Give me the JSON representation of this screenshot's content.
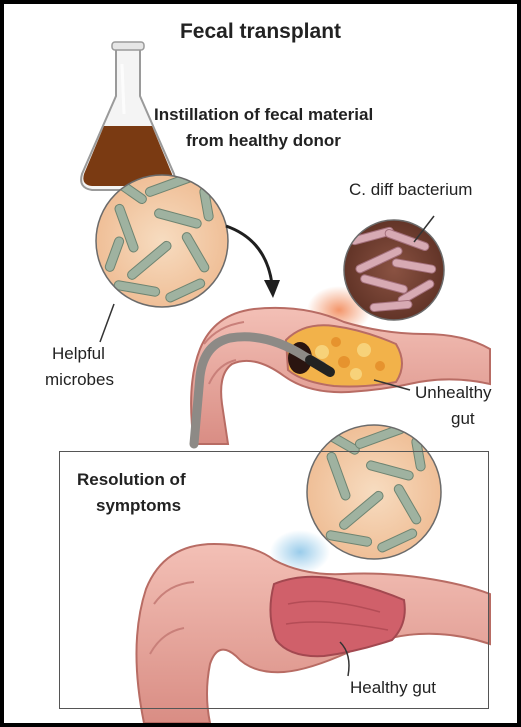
{
  "title": "Fecal transplant",
  "labels": {
    "instillation_line1": "Instillation of fecal material",
    "instillation_line2": "from healthy donor",
    "cdiff": "C. diff bacterium",
    "helpful_line1": "Helpful",
    "helpful_line2": "microbes",
    "unhealthy_line1": "Unhealthy",
    "unhealthy_line2": "gut",
    "resolution_line1": "Resolution of",
    "resolution_line2": "symptoms",
    "healthy": "Healthy gut"
  },
  "colors": {
    "frame": "#000000",
    "gut": "#e8a39a",
    "gut_dark": "#c97a72",
    "helpful_bg": "#f2c9a8",
    "helpful_microbe": "#9fb2a0",
    "cdiff_bg": "#6b3d2f",
    "cdiff_microbe": "#d7aab3",
    "infection": "#f0a53a",
    "fecal_liquid": "#7a3a12"
  },
  "icons": [
    "flask-icon",
    "arrow-icon",
    "colonoscope-icon"
  ]
}
